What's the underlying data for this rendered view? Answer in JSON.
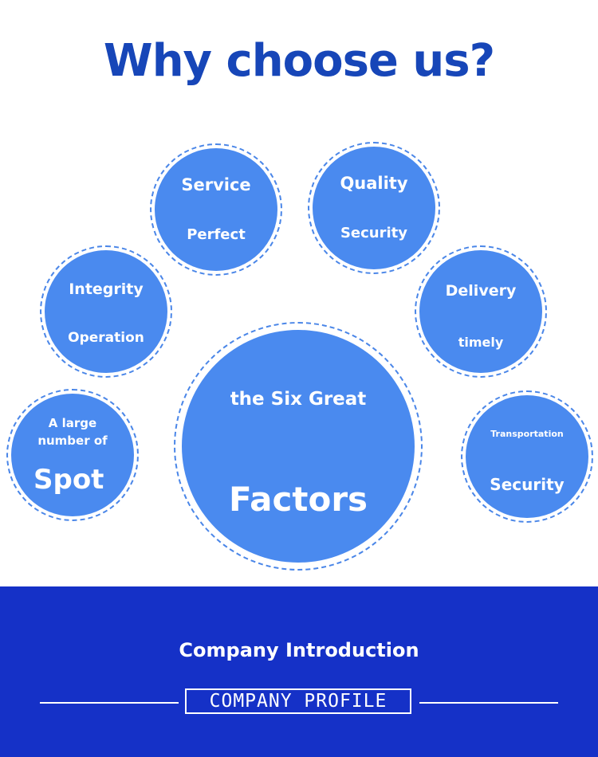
{
  "header": {
    "title": "Why choose us?"
  },
  "factors": {
    "service": {
      "line1": "Service",
      "line2": "Perfect"
    },
    "quality": {
      "line1": "Quality",
      "line2": "Security"
    },
    "integrity": {
      "line1": "Integrity",
      "line2": "Operation"
    },
    "delivery": {
      "line1": "Delivery",
      "line2": "timely"
    },
    "center": {
      "line1": "the Six Great",
      "line2": "Factors"
    },
    "spot": {
      "line1": "A large",
      "line2": "number of",
      "line3": "Spot"
    },
    "transport": {
      "line1": "Transportation",
      "line2": "Security"
    }
  },
  "footer": {
    "heading": "Company Introduction",
    "profile_label": "COMPANY PROFILE"
  },
  "colors": {
    "title_blue": "#1746b8",
    "circle_fill": "#4a8aef",
    "band_blue": "#1531c7"
  }
}
